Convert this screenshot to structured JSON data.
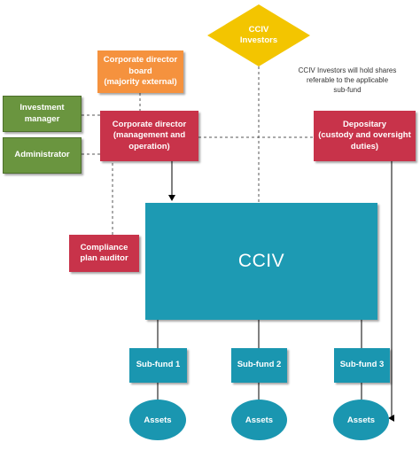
{
  "diagram": {
    "investors": {
      "label": "CCIV\nInvestors"
    },
    "note": {
      "text": "CCIV Investors will hold shares\nreferable to the applicable\nsub-fund"
    },
    "board": {
      "label": "Corporate director\nboard\n(majority external)"
    },
    "investment_manager": {
      "label": "Investment\nmanager"
    },
    "administrator": {
      "label": "Administrator"
    },
    "corporate_director": {
      "label": "Corporate director\n(management and\noperation)"
    },
    "depositary": {
      "label": "Depositary\n(custody and oversight\nduties)"
    },
    "compliance_auditor": {
      "label": "Compliance\nplan auditor"
    },
    "cciv": {
      "label": "CCIV"
    },
    "subfunds": [
      {
        "label": "Sub-fund 1"
      },
      {
        "label": "Sub-fund 2"
      },
      {
        "label": "Sub-fund 3"
      }
    ],
    "assets": [
      {
        "label": "Assets"
      },
      {
        "label": "Assets"
      },
      {
        "label": "Assets"
      }
    ],
    "colors": {
      "orange": "#f5923e",
      "red": "#c8334a",
      "green": "#6a953f",
      "teal": "#1d9ab3",
      "diamond": "#f3c500",
      "line": "#000000",
      "dashed": "#555555"
    }
  }
}
